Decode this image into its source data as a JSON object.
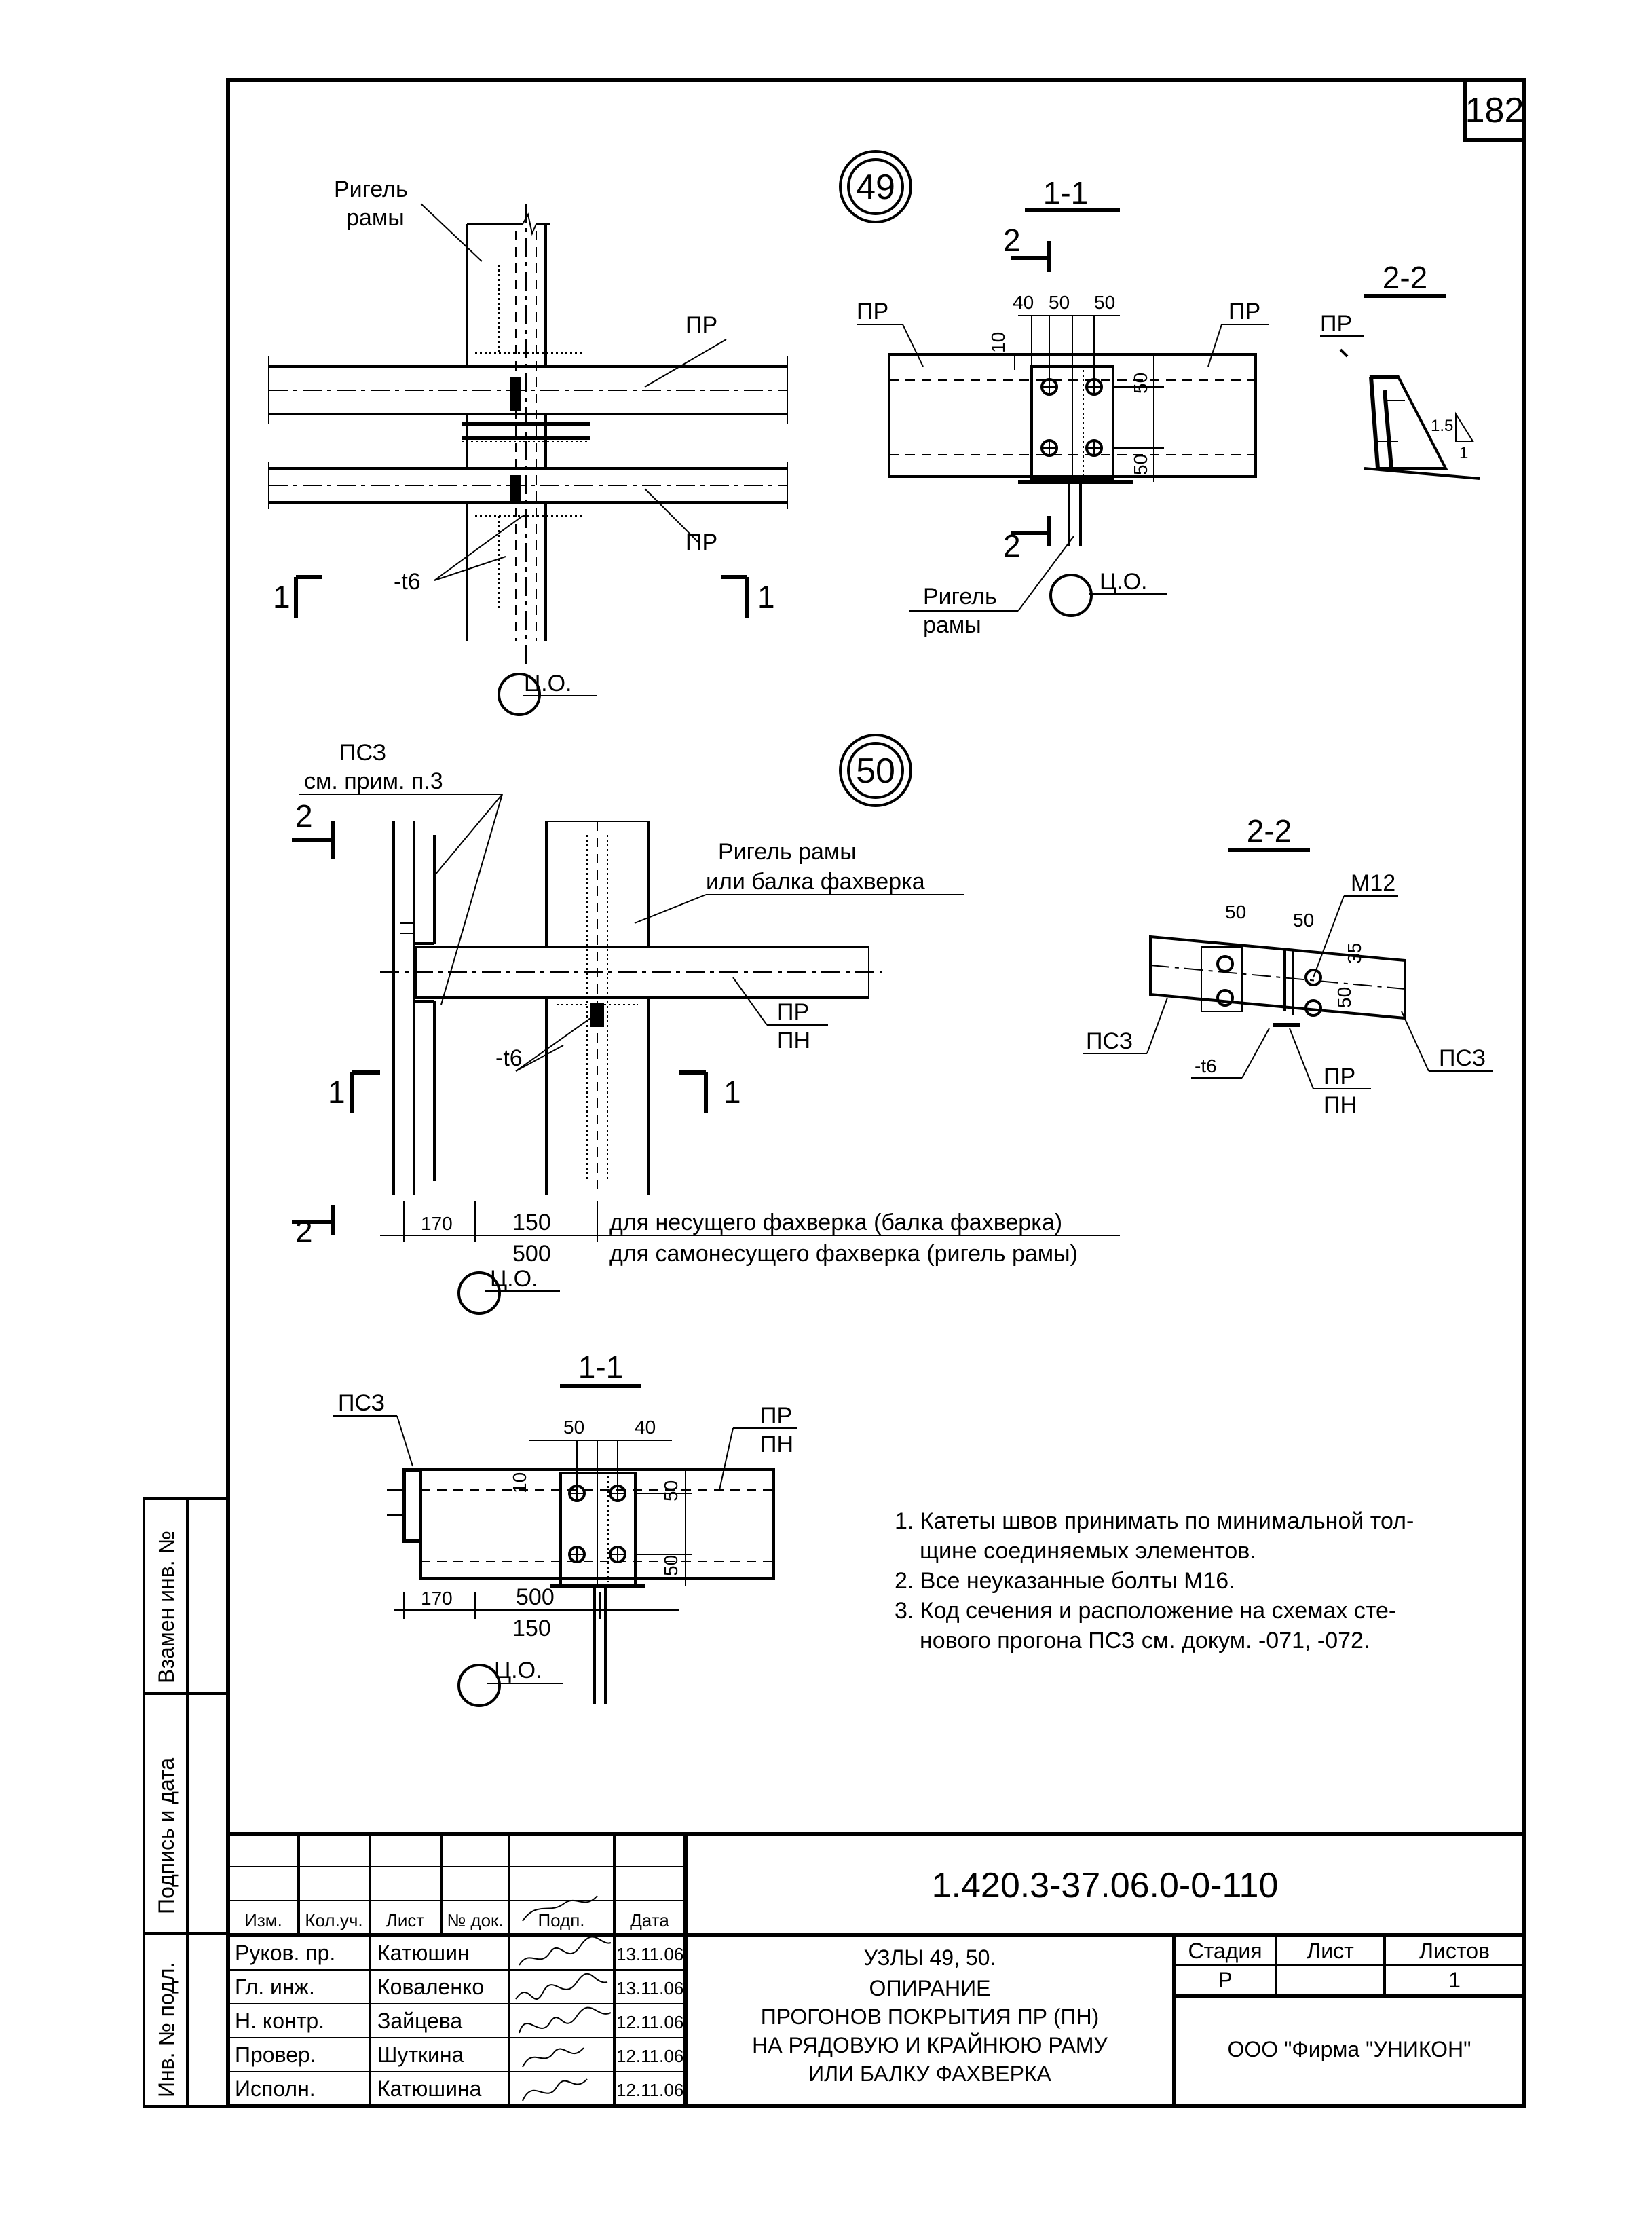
{
  "sheet_number": "182",
  "nodes": {
    "n49": "49",
    "n50": "50"
  },
  "labels": {
    "rigel_line1": "Ригель",
    "rigel_line2": "рамы",
    "pr": "ПР",
    "pn": "ПН",
    "t6": "-t6",
    "co": "Ц.О.",
    "psz": "ПСЗ",
    "psz_note": "см. прим. п.3",
    "rigel_or_beam_1": "Ригель рамы",
    "rigel_or_beam_2": "или балка фахверка",
    "m12": "М12",
    "slope_a": "1.5",
    "slope_b": "1"
  },
  "sections": {
    "s11": "1-1",
    "s22": "2-2",
    "mark1": "1",
    "mark2": "2"
  },
  "dims": {
    "d10": "10",
    "d35": "35",
    "d40": "40",
    "d50": "50",
    "d150": "150",
    "d170": "170",
    "d500": "500"
  },
  "load_notes": {
    "bearing": "для несущего фахверка (балка фахверка)",
    "selfbearing": "для самонесущего фахверка (ригель рамы)"
  },
  "notes": [
    "1. Катеты швов принимать по минимальной тол-",
    "щине соединяемых элементов.",
    "2. Все неуказанные болты М16.",
    "3. Код сечения и  расположение на  схемах сте-",
    "нового прогона ПСЗ см. докум. -071, -072."
  ],
  "side_stamps": {
    "replaced": "Взамен инв. №",
    "signature": "Подпись и дата",
    "inv": "Инв. № подл."
  },
  "title_block": {
    "doc_code": "1.420.3-37.06.0-0-110",
    "col_headers": [
      "Изм.",
      "Кол.уч.",
      "Лист",
      "№ док.",
      "Подп.",
      "Дата"
    ],
    "signatories": [
      {
        "role": "Руков. пр.",
        "name": "Катюшин",
        "date": "13.11.06"
      },
      {
        "role": "Гл. инж.",
        "name": "Коваленко",
        "date": "13.11.06"
      },
      {
        "role": "Н. контр.",
        "name": "Зайцева",
        "date": "12.11.06"
      },
      {
        "role": "Провер.",
        "name": "Шуткина",
        "date": "12.11.06"
      },
      {
        "role": "Исполн.",
        "name": "Катюшина",
        "date": "12.11.06"
      }
    ],
    "title_lines": [
      "УЗЛЫ 49, 50.",
      "ОПИРАНИЕ",
      "ПРОГОНОВ ПОКРЫТИЯ ПР (ПН)",
      "НА РЯДОВУЮ И КРАЙНЮЮ РАМУ",
      "ИЛИ БАЛКУ ФАХВЕРКА"
    ],
    "stage_header": "Стадия",
    "sheet_header": "Лист",
    "sheets_header": "Листов",
    "stage_value": "Р",
    "sheets_value": "1",
    "company": "ООО  \"Фирма \"УНИКОН\""
  }
}
